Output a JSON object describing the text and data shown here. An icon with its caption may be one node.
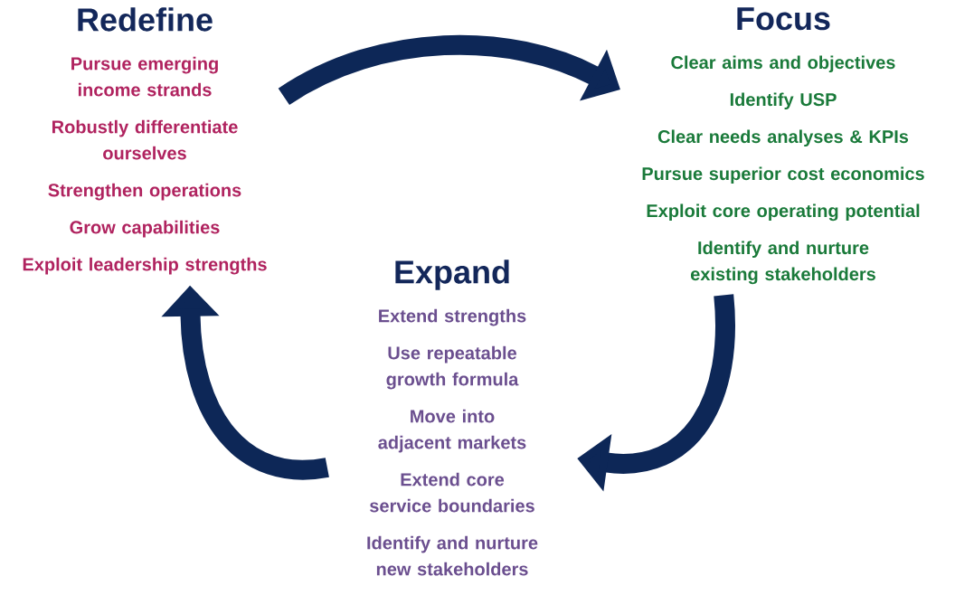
{
  "diagram": {
    "nodes": [
      {
        "text": [
          "Redefine",
          "Pursue emerging income strands",
          "Robustly differentiate ourselves",
          "Strengthen operations",
          "Grow capabilities",
          "Exploit leadership strengths"
        ]
      },
      {
        "text": [
          "Focus",
          "Clear aims and objectives",
          "Identify USP",
          "Clear needs analyses & KPIs",
          "Pursue superior cost economics",
          "Exploit core operating potential",
          "Identify and nurture existing stakeholders"
        ]
      },
      {
        "text": [
          "Expand",
          "Extend strengths",
          "Use repeatable growth formula",
          "Move into adjacent markets",
          "Extend core service boundaries",
          "Identify and nurture new stakeholders"
        ]
      }
    ],
    "edges": [
      {
        "from": 0,
        "to": 1,
        "arrow": "to"
      },
      {
        "from": 1,
        "to": 2,
        "arrow": "to"
      },
      {
        "from": 2,
        "to": 0,
        "arrow": "to"
      }
    ]
  }
}
